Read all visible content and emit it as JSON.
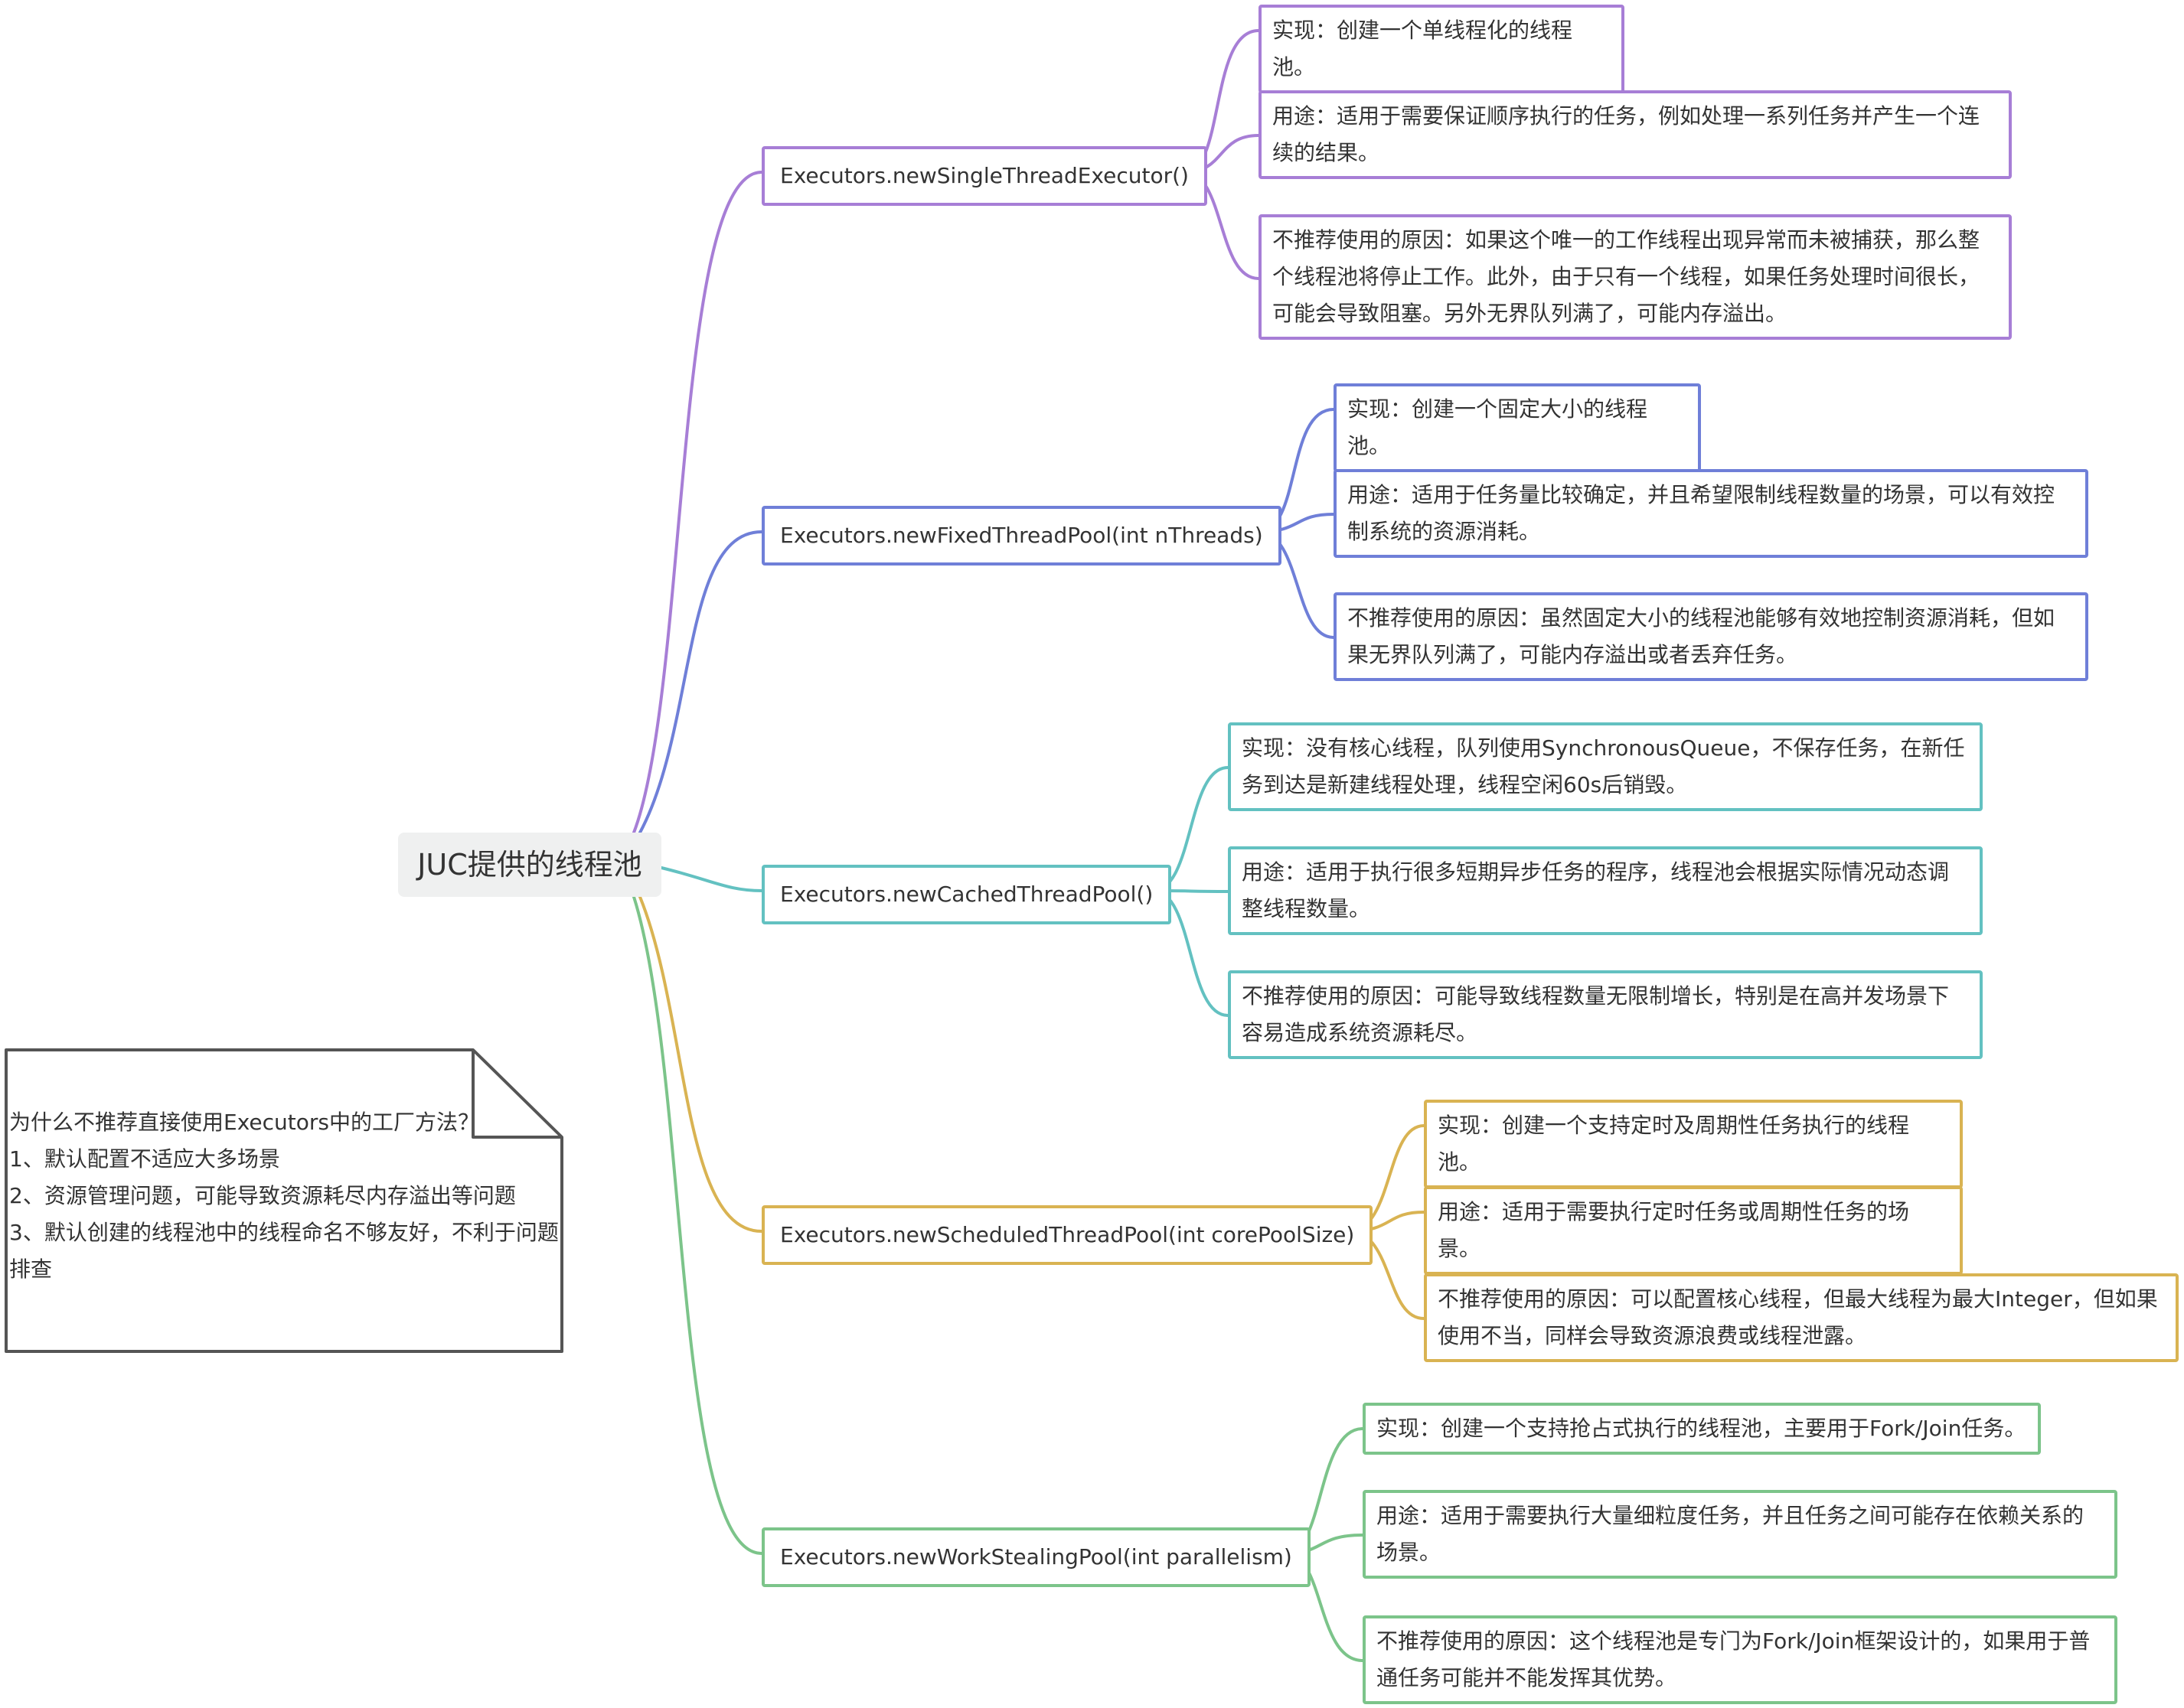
{
  "root": {
    "title": "JUC提供的线程池"
  },
  "colors": {
    "purple": "#a77ed6",
    "blue": "#6f7fd8",
    "teal": "#63c1c1",
    "yellow": "#d9b352",
    "green": "#7cc48a",
    "root_bg": "#eff0f0"
  },
  "branches": [
    {
      "label": "Executors.newSingleThreadExecutor()",
      "impl": "实现：创建一个单线程化的线程池。",
      "use": "用途：适用于需要保证顺序执行的任务，例如处理一系列任务并产生一个连续的结果。",
      "why": "不推荐使用的原因：如果这个唯一的工作线程出现异常而未被捕获，那么整个线程池将停止工作。此外，由于只有一个线程，如果任务处理时间很长，可能会导致阻塞。另外无界队列满了，可能内存溢出。"
    },
    {
      "label": "Executors.newFixedThreadPool(int nThreads)",
      "impl": "实现：创建一个固定大小的线程池。",
      "use": "用途：适用于任务量比较确定，并且希望限制线程数量的场景，可以有效控制系统的资源消耗。",
      "why": "不推荐使用的原因：虽然固定大小的线程池能够有效地控制资源消耗，但如果无界队列满了，可能内存溢出或者丢弃任务。"
    },
    {
      "label": "Executors.newCachedThreadPool()",
      "impl": "实现：没有核心线程，队列使用SynchronousQueue，不保存任务，在新任务到达是新建线程处理，线程空闲60s后销毁。",
      "use": "用途：适用于执行很多短期异步任务的程序，线程池会根据实际情况动态调整线程数量。",
      "why": "不推荐使用的原因：可能导致线程数量无限制增长，特别是在高并发场景下容易造成系统资源耗尽。"
    },
    {
      "label": "Executors.newScheduledThreadPool(int corePoolSize)",
      "impl": "实现：创建一个支持定时及周期性任务执行的线程池。",
      "use": "用途：适用于需要执行定时任务或周期性任务的场景。",
      "why": "不推荐使用的原因：可以配置核心线程，但最大线程为最大Integer，但如果使用不当，同样会导致资源浪费或线程泄露。"
    },
    {
      "label": "Executors.newWorkStealingPool(int parallelism)",
      "impl": "实现：创建一个支持抢占式执行的线程池，主要用于Fork/Join任务。",
      "use": "用途：适用于需要执行大量细粒度任务，并且任务之间可能存在依赖关系的场景。",
      "why": "不推荐使用的原因：这个线程池是专门为Fork/Join框架设计的，如果用于普通任务可能并不能发挥其优势。"
    }
  ],
  "note": {
    "title": "为什么不推荐直接使用Executors中的工厂方法？",
    "lines": [
      "1、默认配置不适应大多场景",
      "2、资源管理问题，可能导致资源耗尽内存溢出等问题",
      "3、默认创建的线程池中的线程命名不够友好，不利于问题排查"
    ]
  }
}
